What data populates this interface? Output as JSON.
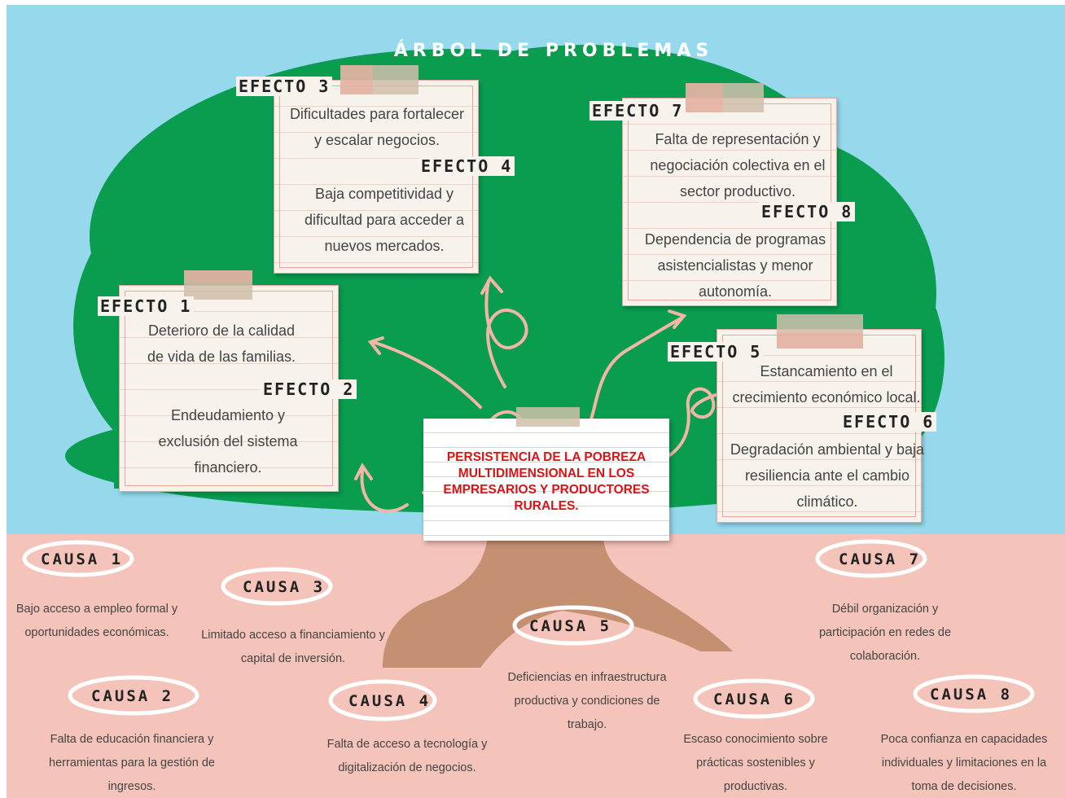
{
  "title": "ÁRBOL DE PROBLEMAS",
  "central_problem": "PERSISTENCIA DE LA POBREZA MULTIDIMENSIONAL EN LOS EMPRESARIOS Y PRODUCTORES RURALES.",
  "colors": {
    "sky": "#97d9ec",
    "canopy": "#0a9d50",
    "ground": "#f4c3b9",
    "trunk": "#c59072",
    "arrows": "#f2b6a6",
    "central_text": "#d81515"
  },
  "effects": [
    {
      "label": "EFECTO 1",
      "text": "Deterioro de la calidad de vida de las familias."
    },
    {
      "label": "EFECTO 2",
      "text": "Endeudamiento y exclusión del sistema financiero."
    },
    {
      "label": "EFECTO 3",
      "text": "Dificultades para fortalecer y escalar negocios."
    },
    {
      "label": "EFECTO 4",
      "text": "Baja competitividad y dificultad para acceder a nuevos mercados."
    },
    {
      "label": "EFECTO 5",
      "text": "Estancamiento en el crecimiento económico local."
    },
    {
      "label": "EFECTO 6",
      "text": "Degradación ambiental y baja resiliencia ante el cambio climático."
    },
    {
      "label": "EFECTO 7",
      "text": "Falta de representación y negociación colectiva en el sector productivo."
    },
    {
      "label": "EFECTO 8",
      "text": "Dependencia de programas asistencialistas y menor autonomía."
    }
  ],
  "causes": [
    {
      "label": "CAUSA 1",
      "text": "Bajo acceso a empleo formal y oportunidades económicas."
    },
    {
      "label": "CAUSA 2",
      "text": "Falta de educación financiera y herramientas para la gestión de ingresos."
    },
    {
      "label": "CAUSA 3",
      "text": "Limitado acceso a financiamiento y capital de inversión."
    },
    {
      "label": "CAUSA 4",
      "text": "Falta de acceso a tecnología y digitalización de negocios."
    },
    {
      "label": "CAUSA 5",
      "text": "Deficiencias en infraestructura productiva y condiciones de trabajo."
    },
    {
      "label": "CAUSA 6",
      "text": "Escaso conocimiento sobre prácticas sostenibles y productivas."
    },
    {
      "label": "CAUSA 7",
      "text": "Débil organización y participación en redes de colaboración."
    },
    {
      "label": "CAUSA 8",
      "text": "Poca confianza en capacidades individuales y limitaciones en la toma de decisiones."
    }
  ]
}
